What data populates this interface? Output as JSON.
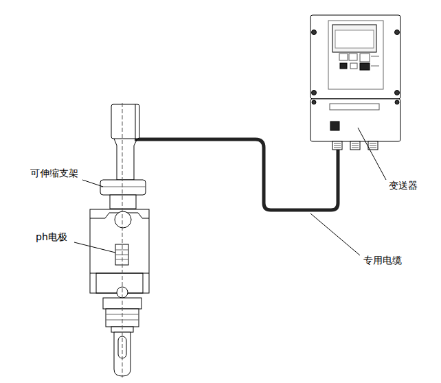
{
  "diagram": {
    "labels": [
      "可伸缩支架",
      "ph电极",
      "专用电缆",
      "变送器"
    ]
  }
}
